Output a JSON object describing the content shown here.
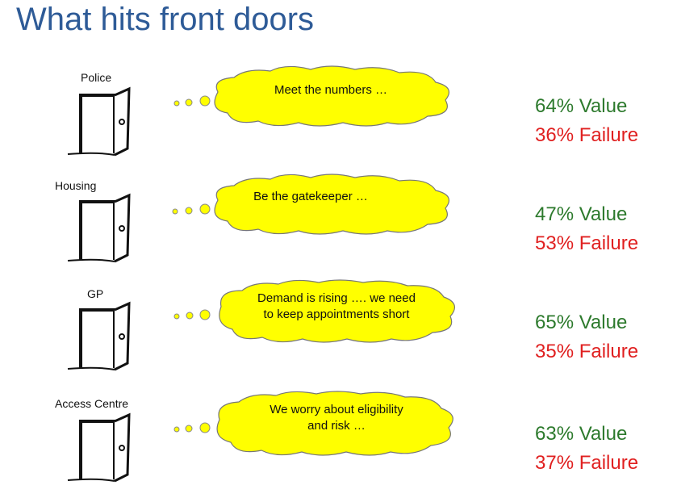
{
  "title": "What hits front doors",
  "colors": {
    "title": "#2e5b97",
    "value": "#2d7a2d",
    "failure": "#e02020",
    "bubble": "#ffff00"
  },
  "rows": [
    {
      "door": "Police",
      "thought": [
        "Meet the numbers …"
      ],
      "value": "64% Value",
      "failure": "36% Failure"
    },
    {
      "door": "Housing",
      "thought": [
        "Be the gatekeeper …"
      ],
      "value": "47% Value",
      "failure": "53% Failure"
    },
    {
      "door": "GP",
      "thought": [
        "Demand is rising ….  we need",
        "to keep appointments short"
      ],
      "value": "65% Value",
      "failure": "35% Failure"
    },
    {
      "door": "Access Centre",
      "thought": [
        "We worry about eligibility",
        "and risk …"
      ],
      "value": "63% Value",
      "failure": "37% Failure"
    }
  ]
}
